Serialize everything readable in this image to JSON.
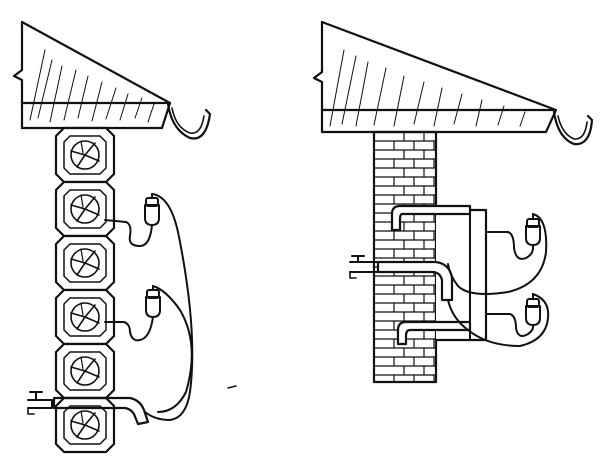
{
  "figure": {
    "kind": "technical line drawing",
    "panels": [
      "left-panel",
      "right-panel"
    ],
    "ink_color": "#111111",
    "background_color": "#ffffff",
    "icons": [
      "roof-overhang",
      "gutter",
      "ice-block-wall",
      "brick-wall",
      "spigot",
      "insulator",
      "cable",
      "pipe",
      "bracket-frame"
    ]
  }
}
